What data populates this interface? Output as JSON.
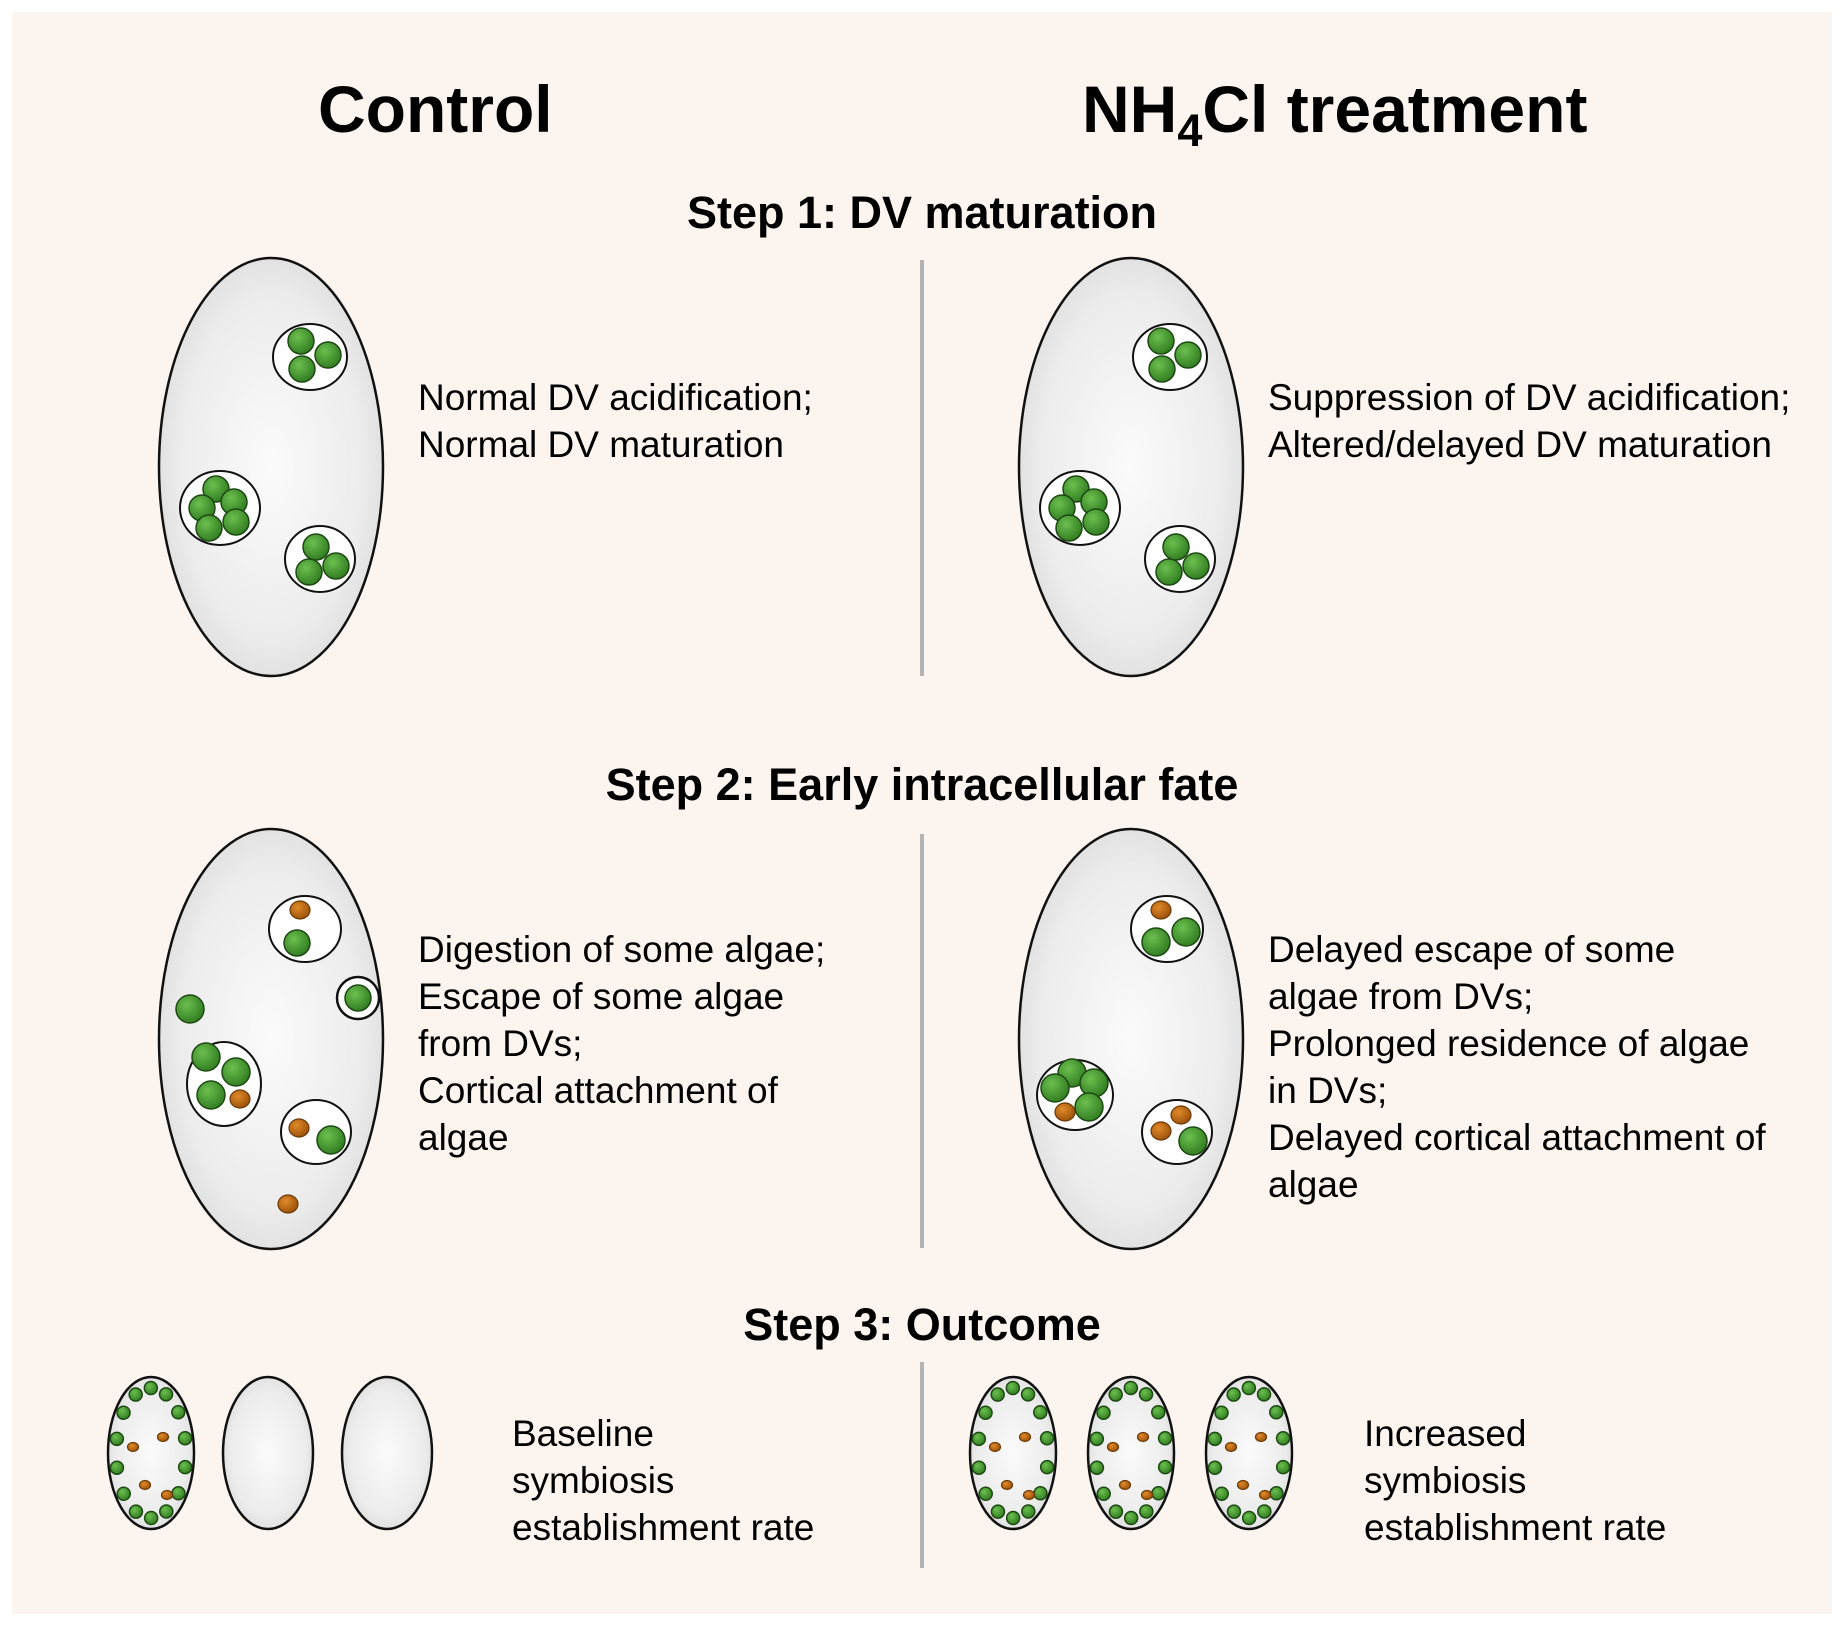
{
  "columns": {
    "control": {
      "title": "Control"
    },
    "treatment": {
      "title_main": "NH",
      "title_sub": "4",
      "title_rest": "Cl treatment"
    }
  },
  "steps": [
    {
      "title": "Step 1: DV maturation",
      "control_lines": [
        "Normal DV acidification;",
        "Normal DV maturation"
      ],
      "treatment_lines": [
        "Suppression of DV acidification;",
        "Altered/delayed DV maturation"
      ]
    },
    {
      "title": "Step 2: Early intracellular fate",
      "control_lines": [
        "Digestion of some algae;",
        "Escape of some algae",
        "from DVs;",
        "Cortical attachment of",
        "algae"
      ],
      "treatment_lines": [
        "Delayed escape of some",
        "algae from DVs;",
        "Prolonged residence of algae",
        "in DVs;",
        "Delayed cortical attachment of",
        "algae"
      ]
    },
    {
      "title": "Step 3: Outcome",
      "control_lines": [
        "Baseline",
        "symbiosis",
        "establishment rate"
      ],
      "treatment_lines": [
        "Increased",
        "symbiosis",
        "establishment rate"
      ]
    }
  ],
  "colors": {
    "background": "#fcf5ef",
    "cell_fill": "#ececec",
    "alga_green": "#3f8f2c",
    "digested_alga_orange": "#b5650f",
    "divider": "#b3b3b3"
  },
  "legend_icons": {
    "cell": "host-cell-ellipse-icon",
    "vacuole": "digestive-vacuole-icon",
    "alga": "green-alga-icon",
    "digested": "digested-alga-icon"
  }
}
